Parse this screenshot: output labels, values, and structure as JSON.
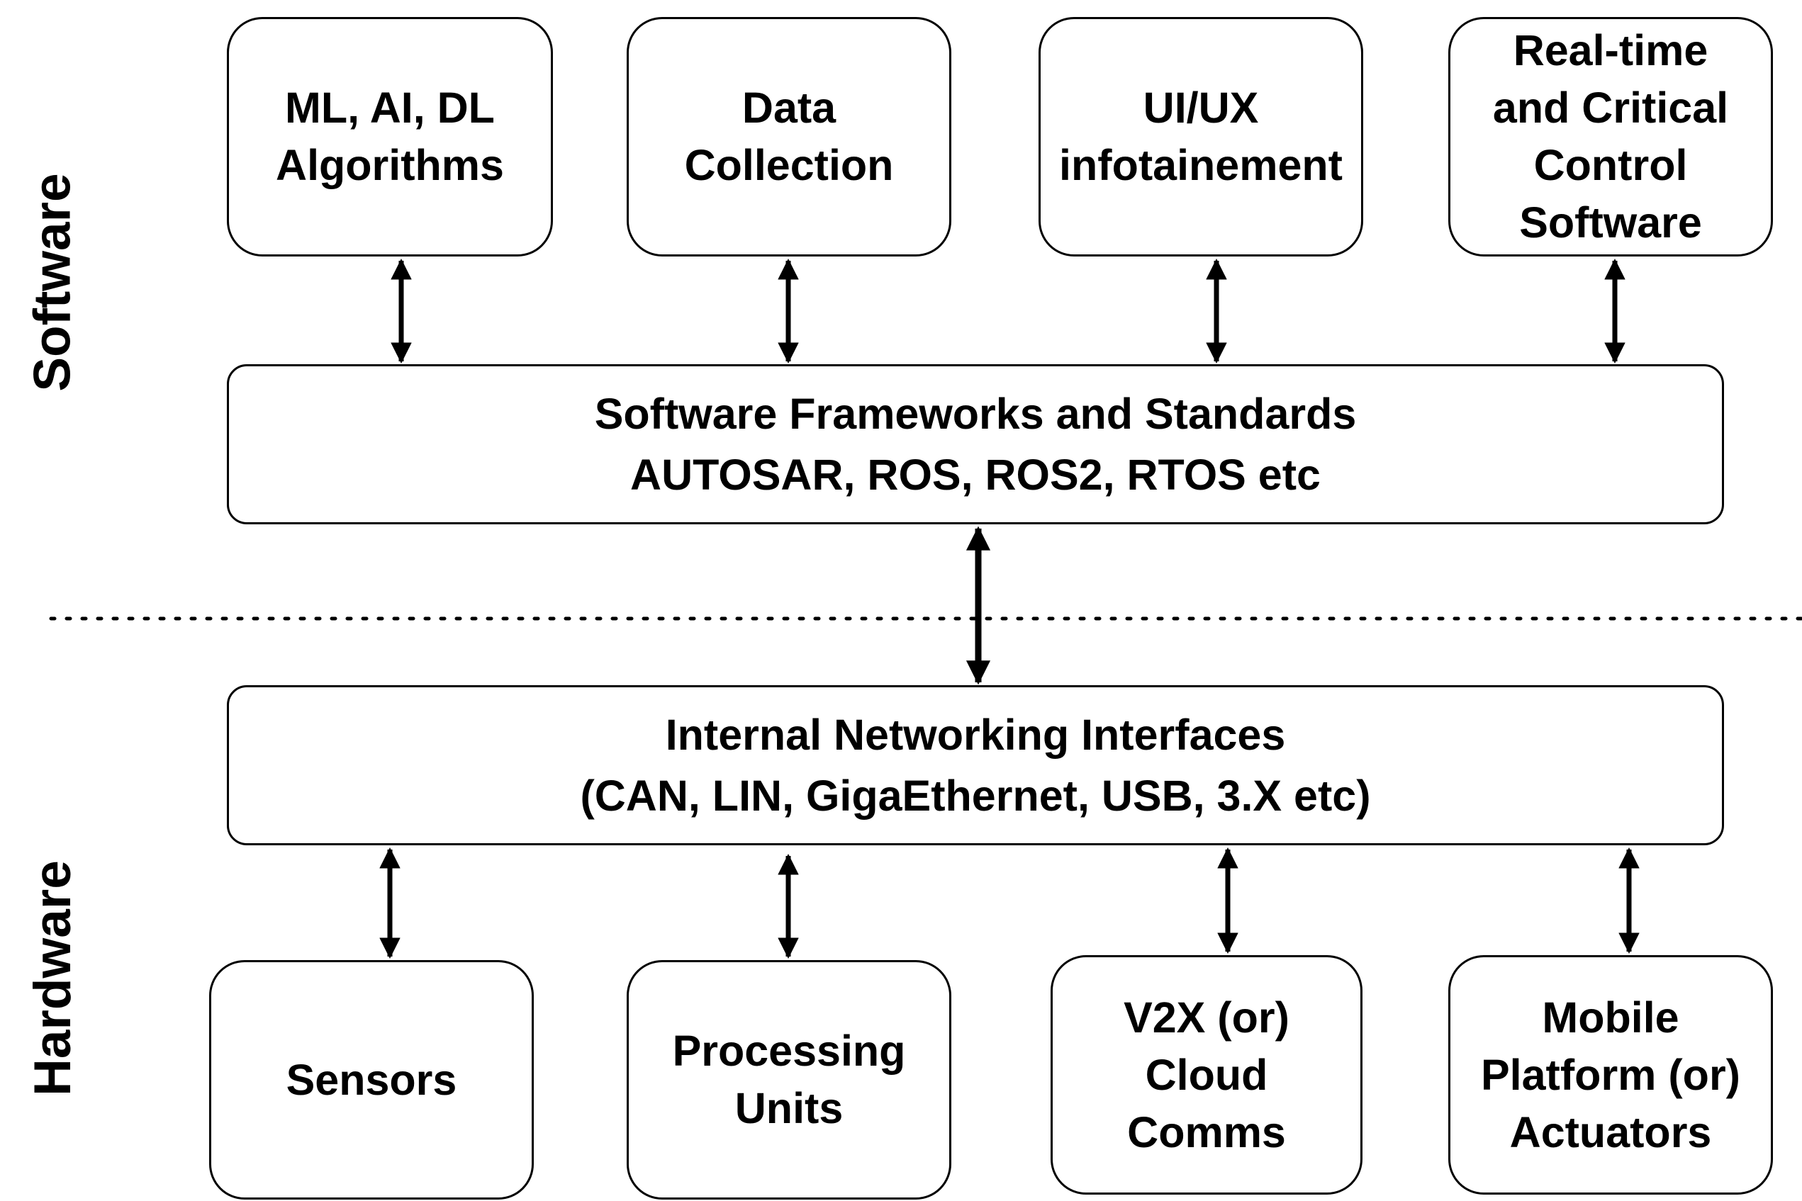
{
  "layers": {
    "software": "Software",
    "hardware": "Hardware"
  },
  "software_modules": [
    {
      "lines": [
        "ML, AI, DL",
        "Algorithms"
      ]
    },
    {
      "lines": [
        "Data",
        "Collection"
      ]
    },
    {
      "lines": [
        "UI/UX",
        "infotainement"
      ]
    },
    {
      "lines": [
        "Real-time",
        "and Critical",
        "Control",
        "Software"
      ]
    }
  ],
  "frameworks": {
    "lines": [
      "Software Frameworks and Standards",
      "AUTOSAR, ROS, ROS2, RTOS etc"
    ]
  },
  "networking": {
    "lines": [
      "Internal Networking Interfaces",
      "(CAN, LIN, GigaEthernet, USB, 3.X etc)"
    ]
  },
  "hardware_modules": [
    {
      "lines": [
        "Sensors"
      ]
    },
    {
      "lines": [
        "Processing",
        "Units"
      ]
    },
    {
      "lines": [
        "V2X (or)",
        "Cloud",
        "Comms"
      ]
    },
    {
      "lines": [
        "Mobile",
        "Platform (or)",
        "Actuators"
      ]
    }
  ],
  "colors": {
    "stroke": "#000000",
    "background": "#ffffff"
  }
}
